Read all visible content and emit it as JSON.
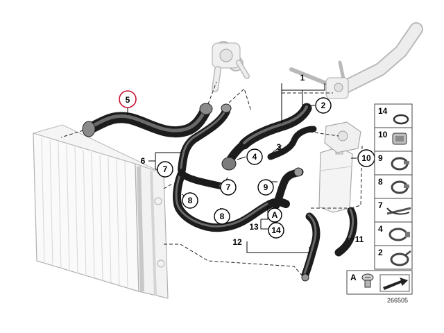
{
  "diagram": {
    "callouts": [
      {
        "id": "c5",
        "text": "5",
        "highlight": true
      },
      {
        "id": "c1",
        "text": "1"
      },
      {
        "id": "c2",
        "text": "2",
        "circled": true
      },
      {
        "id": "c3",
        "text": "3"
      },
      {
        "id": "c4",
        "text": "4",
        "circled": true
      },
      {
        "id": "c6",
        "text": "6"
      },
      {
        "id": "c7a",
        "text": "7",
        "circled": true
      },
      {
        "id": "c7b",
        "text": "7",
        "circled": true
      },
      {
        "id": "c8a",
        "text": "8",
        "circled": true
      },
      {
        "id": "c8b",
        "text": "8",
        "circled": true
      },
      {
        "id": "c9",
        "text": "9",
        "circled": true
      },
      {
        "id": "c10",
        "text": "10",
        "circled": true
      },
      {
        "id": "c11",
        "text": "11"
      },
      {
        "id": "c12",
        "text": "12"
      },
      {
        "id": "c13",
        "text": "13"
      },
      {
        "id": "cA",
        "text": "A",
        "circled": true
      },
      {
        "id": "c14",
        "text": "14",
        "circled": true
      }
    ],
    "legend": [
      {
        "text": "14",
        "icon": "o-ring-icon"
      },
      {
        "text": "10",
        "icon": "hose-coupling-icon"
      },
      {
        "text": "9",
        "icon": "spring-clamp-icon"
      },
      {
        "text": "8",
        "icon": "spring-clamp-icon"
      },
      {
        "text": "7",
        "icon": "hose-clamp-icon"
      },
      {
        "text": "4",
        "icon": "spring-band-clamp-icon"
      },
      {
        "text": "2",
        "icon": "hose-clip-icon"
      }
    ],
    "legend_bottom": {
      "text": "A",
      "icon": "bleed-screw-icon",
      "arrow_icon": "arrow-icon"
    },
    "catalog_number": "266505",
    "colors": {
      "highlight": "#c8102e",
      "hose": "#1c1c1c",
      "ghost_part": "#b9b9b9"
    }
  }
}
